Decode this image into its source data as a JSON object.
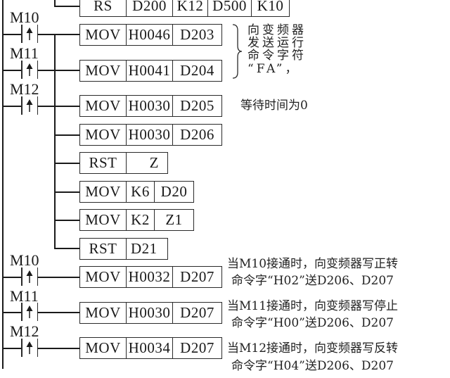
{
  "diagram": {
    "type": "PLC ladder diagram",
    "rs_instruction": {
      "op": "RS",
      "operands": [
        "D200",
        "K12",
        "D500",
        "K10"
      ]
    },
    "contacts": [
      {
        "label": "M10",
        "type": "rising-edge pulse"
      },
      {
        "label": "M11",
        "type": "rising-edge pulse"
      },
      {
        "label": "M12",
        "type": "rising-edge pulse"
      },
      {
        "label": "M10",
        "type": "rising-edge pulse"
      },
      {
        "label": "M11",
        "type": "rising-edge pulse"
      },
      {
        "label": "M12",
        "type": "rising-edge pulse"
      }
    ],
    "instructions": [
      {
        "op": "MOV",
        "operands": [
          "H0046",
          "D203"
        ]
      },
      {
        "op": "MOV",
        "operands": [
          "H0041",
          "D204"
        ]
      },
      {
        "op": "MOV",
        "operands": [
          "H0030",
          "D205"
        ]
      },
      {
        "op": "MOV",
        "operands": [
          "H0030",
          "D206"
        ]
      },
      {
        "op": "RST",
        "operands": [
          "Z"
        ]
      },
      {
        "op": "MOV",
        "operands": [
          "K6",
          "D20"
        ]
      },
      {
        "op": "MOV",
        "operands": [
          "K2",
          "Z1"
        ]
      },
      {
        "op": "RST",
        "operands": [
          "D21"
        ]
      },
      {
        "op": "MOV",
        "operands": [
          "H0032",
          "D207"
        ]
      },
      {
        "op": "MOV",
        "operands": [
          "H0030",
          "D207"
        ]
      },
      {
        "op": "MOV",
        "operands": [
          "H0034",
          "D207"
        ]
      }
    ],
    "notes": {
      "fa_note": [
        "向变频器",
        "发送运行",
        "命令字符",
        "“FA”，"
      ],
      "wait_note": "等待时间为0",
      "m10_note": [
        "当M10接通时，向变频器写正转",
        "命令字“H02”送D206、D207"
      ],
      "m11_note": [
        "当M11接通时，向变频器写停止",
        "命令字“H00”送D206、D207"
      ],
      "m12_note": [
        "当M12接通时，向变频器写反转",
        "命令字“H04”送D206、D207"
      ]
    }
  }
}
